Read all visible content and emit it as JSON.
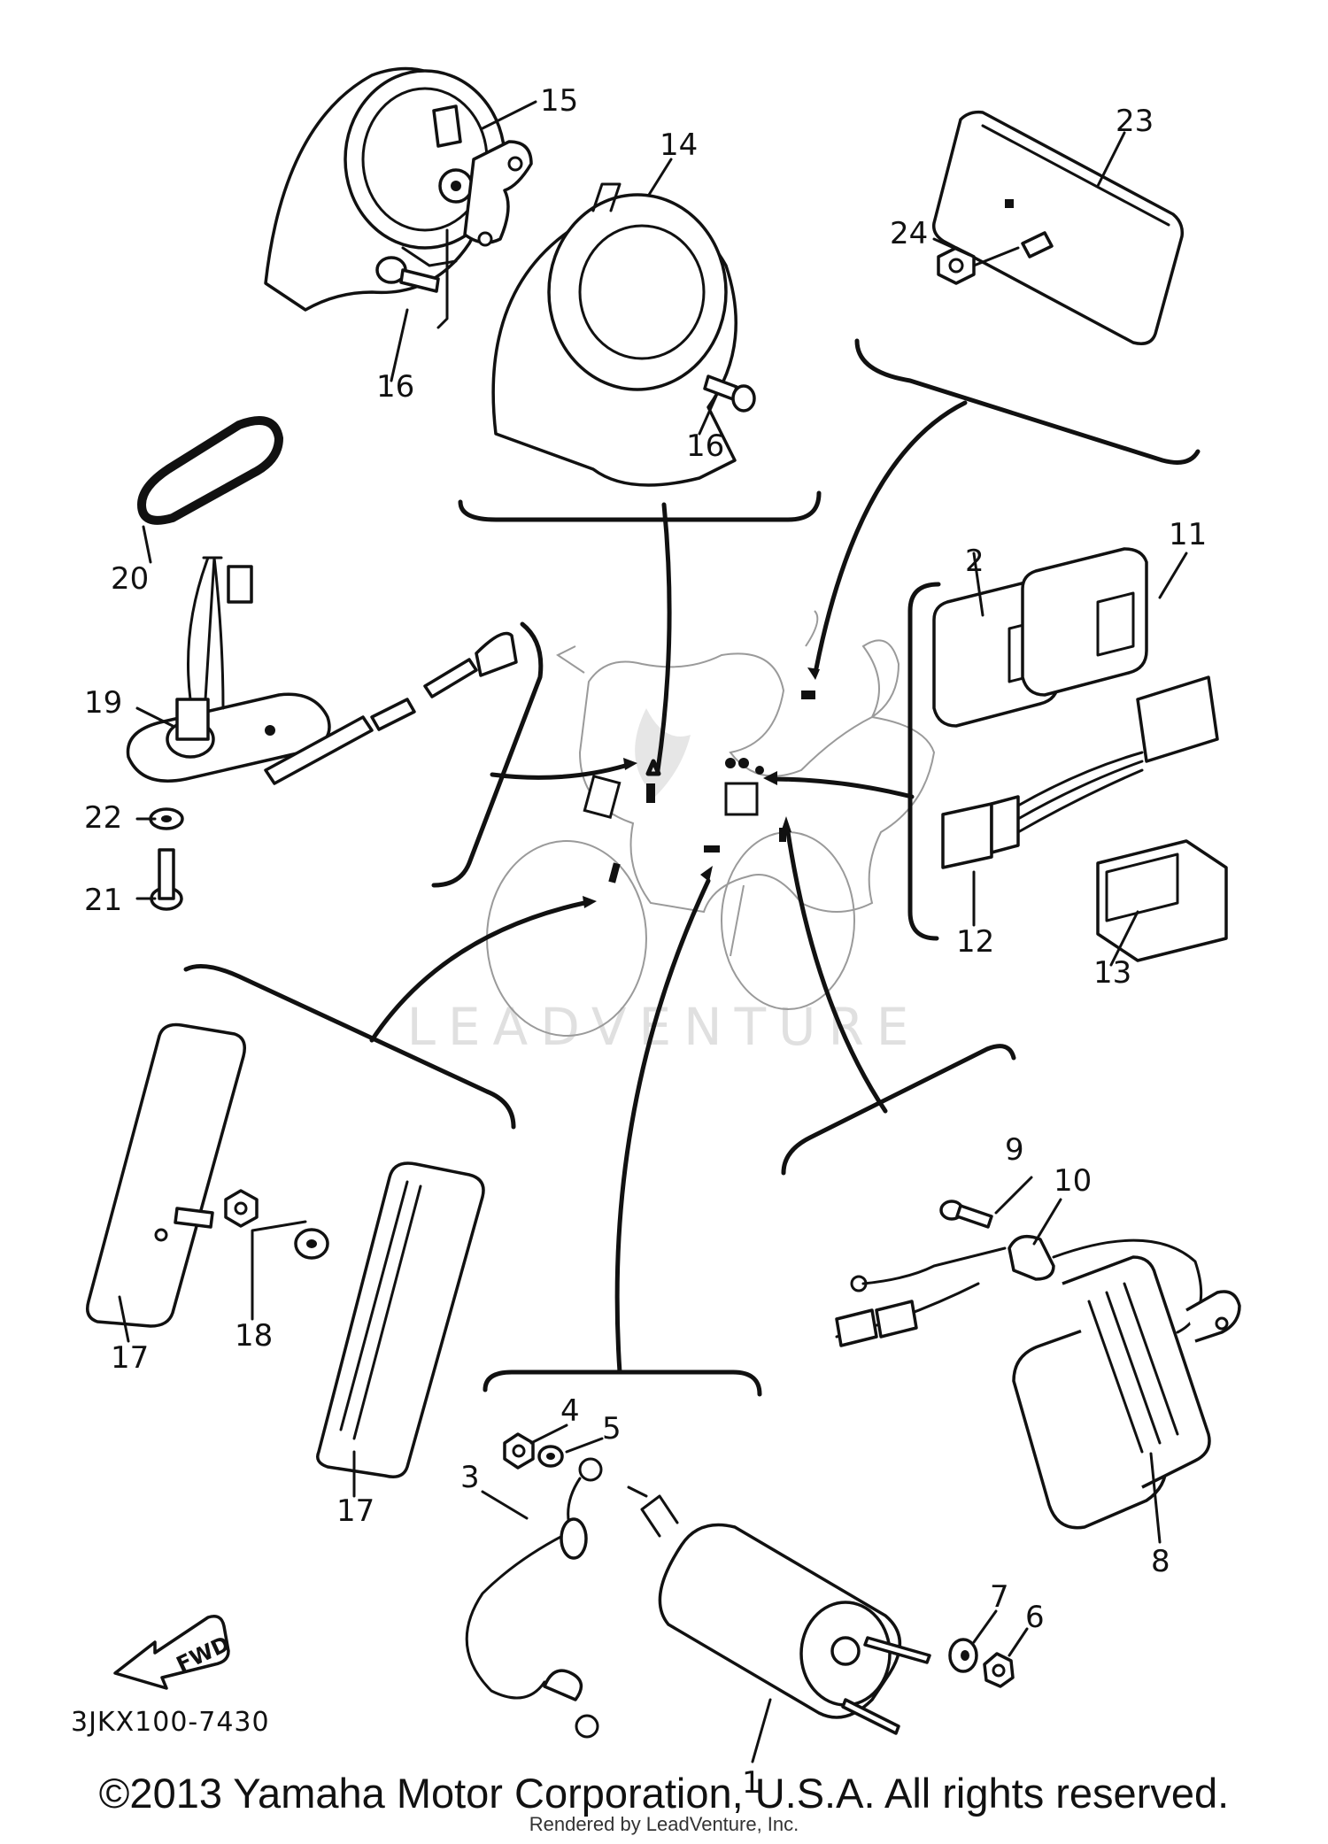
{
  "diagram": {
    "watermark": "LEADVENTURE",
    "fwd_label": "FWD",
    "code": "3JKX100-7430",
    "callouts": {
      "c1": "1",
      "c2": "2",
      "c3": "3",
      "c4": "4",
      "c5": "5",
      "c6": "6",
      "c7": "7",
      "c8": "8",
      "c9": "9",
      "c10": "10",
      "c11": "11",
      "c12": "12",
      "c13": "13",
      "c14": "14",
      "c15": "15",
      "c16a": "16",
      "c16b": "16",
      "c17a": "17",
      "c17b": "17",
      "c18": "18",
      "c19": "19",
      "c20": "20",
      "c21": "21",
      "c22": "22",
      "c23": "23",
      "c24": "24"
    }
  },
  "footer": {
    "copyright": "©2013 Yamaha Motor Corporation, U.S.A. All rights reserved.",
    "rendered": "Rendered by LeadVenture, Inc."
  }
}
